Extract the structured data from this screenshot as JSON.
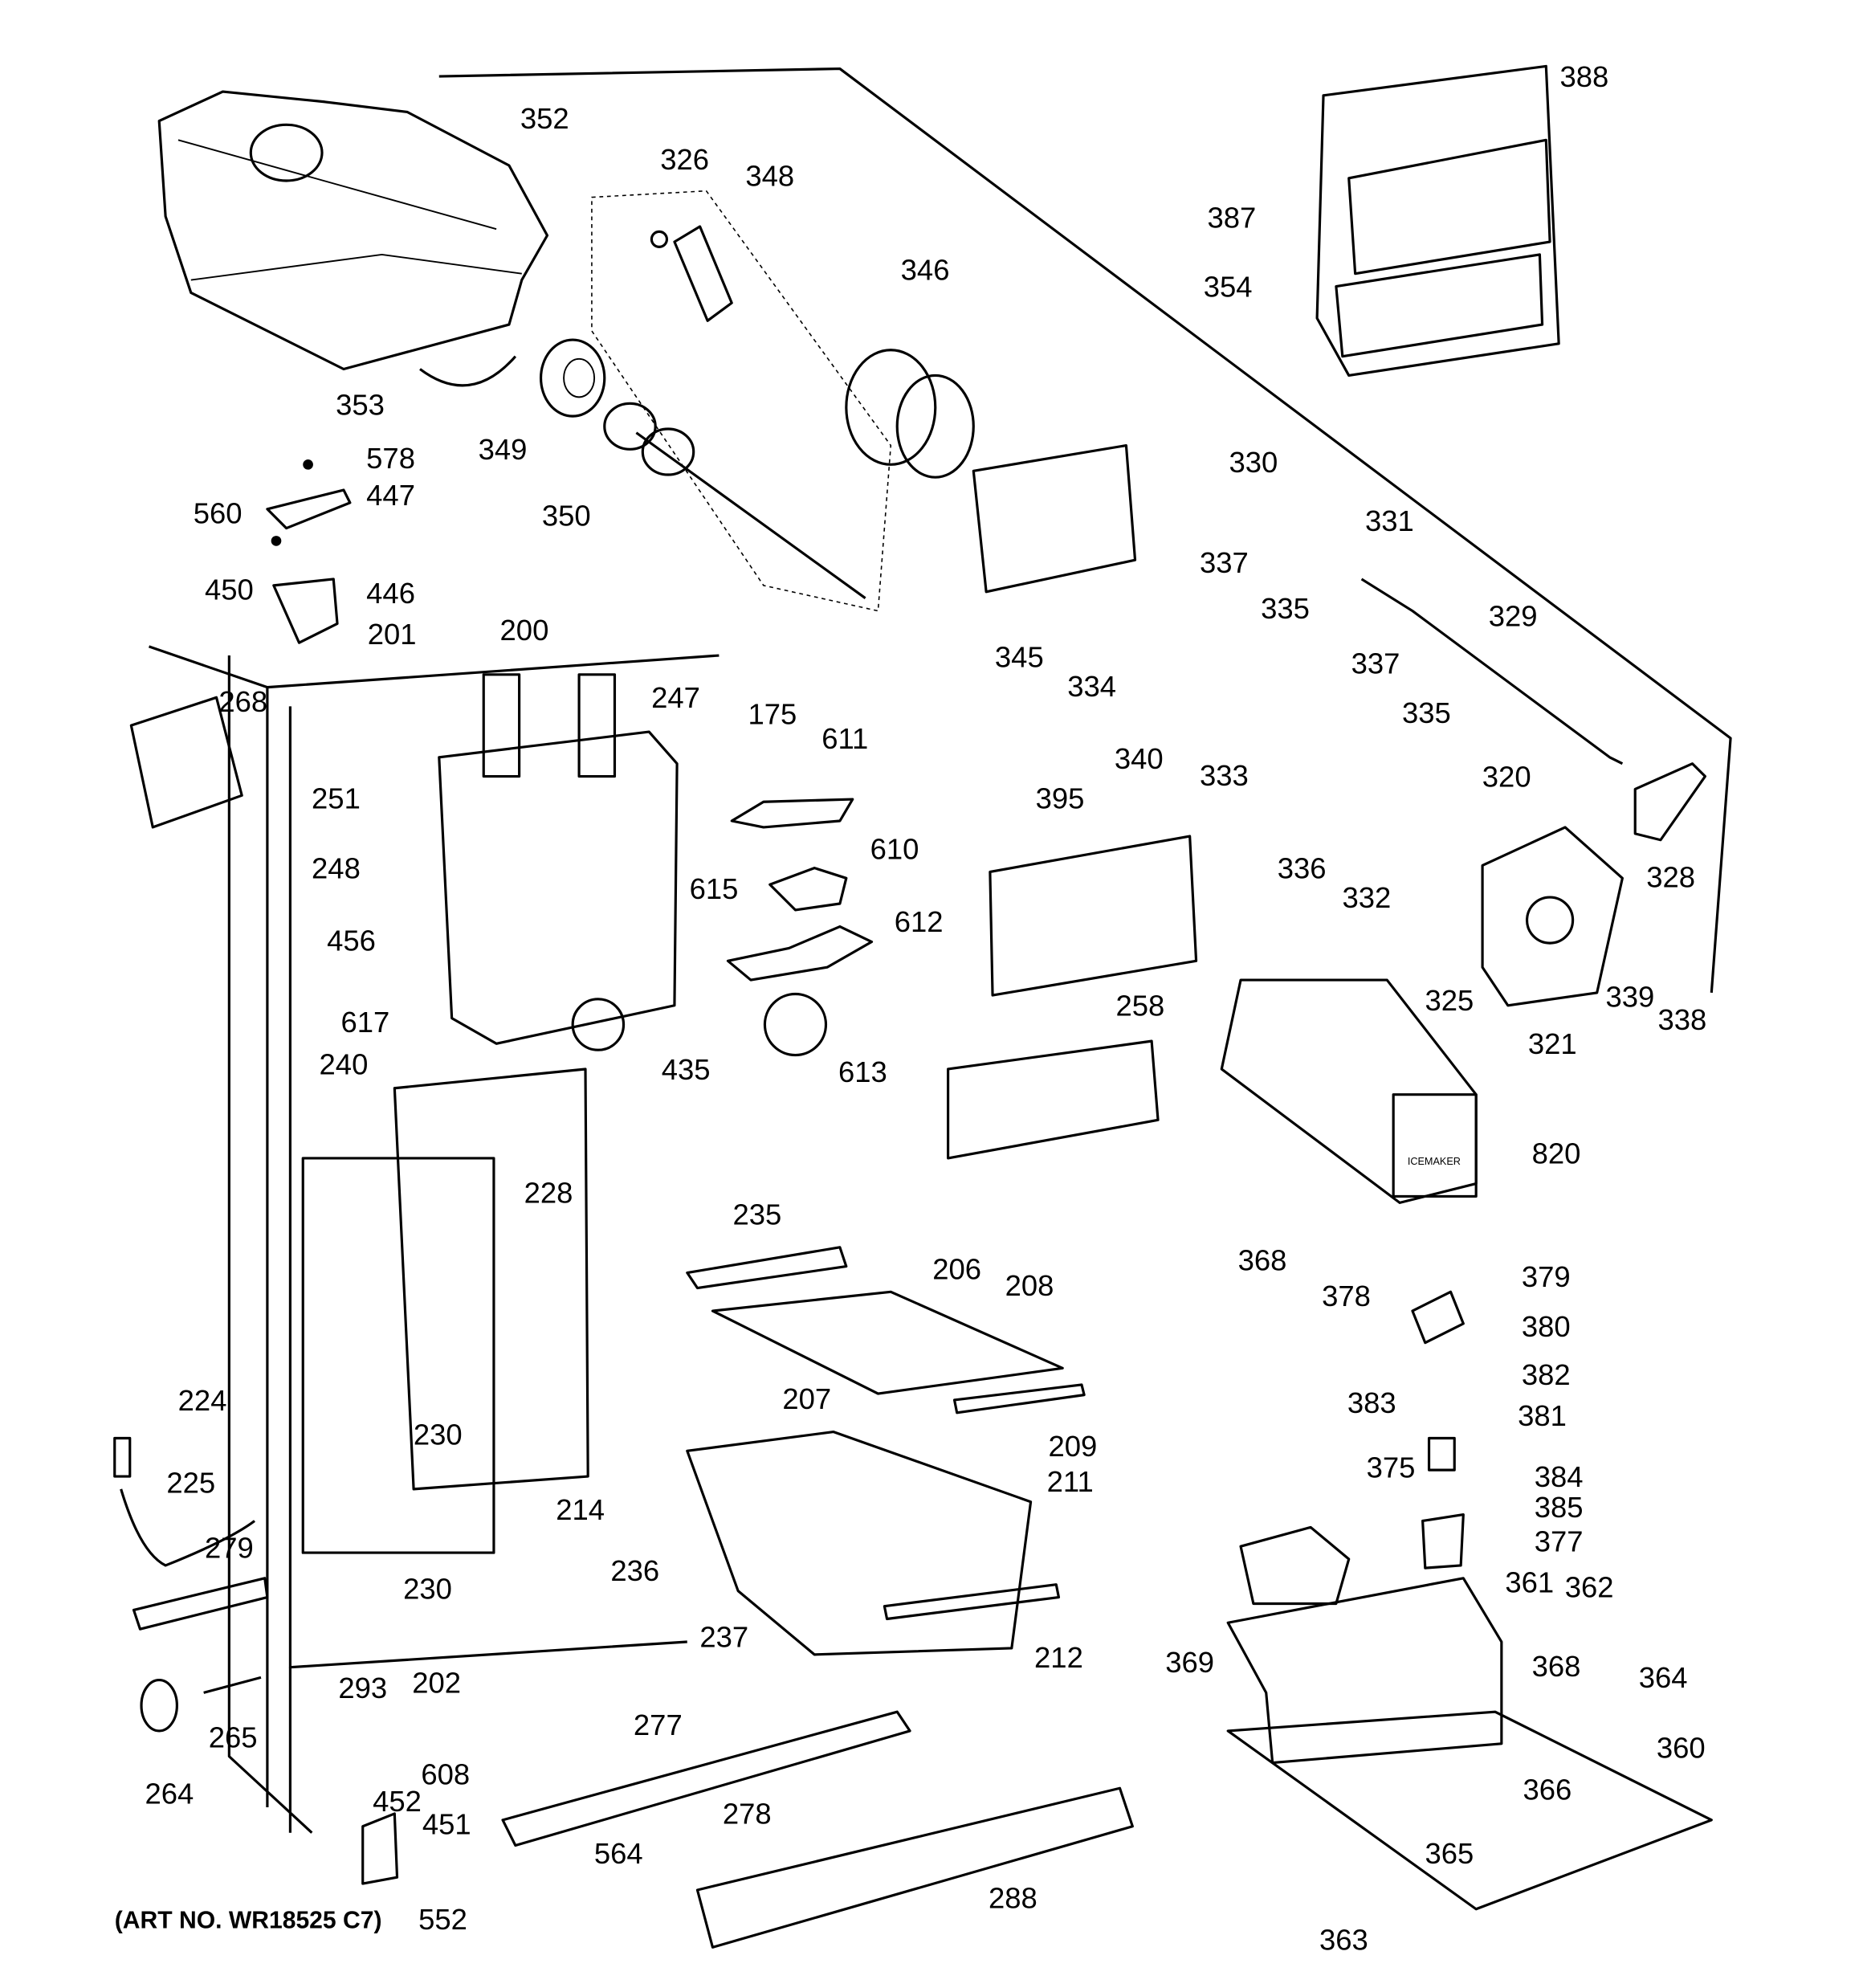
{
  "diagram": {
    "art_number": "(ART NO. WR18525 C7)",
    "part_labels": [
      "352",
      "326",
      "348",
      "346",
      "354",
      "388",
      "387",
      "353",
      "349",
      "350",
      "578",
      "447",
      "560",
      "450",
      "446",
      "201",
      "200",
      "268",
      "247",
      "175",
      "611",
      "251",
      "248",
      "615",
      "610",
      "612",
      "456",
      "617",
      "240",
      "435",
      "613",
      "330",
      "331",
      "337",
      "335",
      "345",
      "334",
      "329",
      "340",
      "333",
      "337",
      "335",
      "320",
      "328",
      "395",
      "336",
      "332",
      "325",
      "339",
      "338",
      "321",
      "258",
      "820",
      "228",
      "235",
      "206",
      "208",
      "368",
      "378",
      "379",
      "380",
      "224",
      "207",
      "382",
      "383",
      "381",
      "230",
      "209",
      "375",
      "225",
      "211",
      "384",
      "385",
      "214",
      "279",
      "236",
      "377",
      "230",
      "361",
      "362",
      "237",
      "212",
      "369",
      "368",
      "202",
      "364",
      "293",
      "265",
      "277",
      "360",
      "608",
      "264",
      "366",
      "452",
      "278",
      "451",
      "365",
      "564",
      "288",
      "552",
      "363"
    ],
    "icemaker_label": "ICEMAKER"
  }
}
